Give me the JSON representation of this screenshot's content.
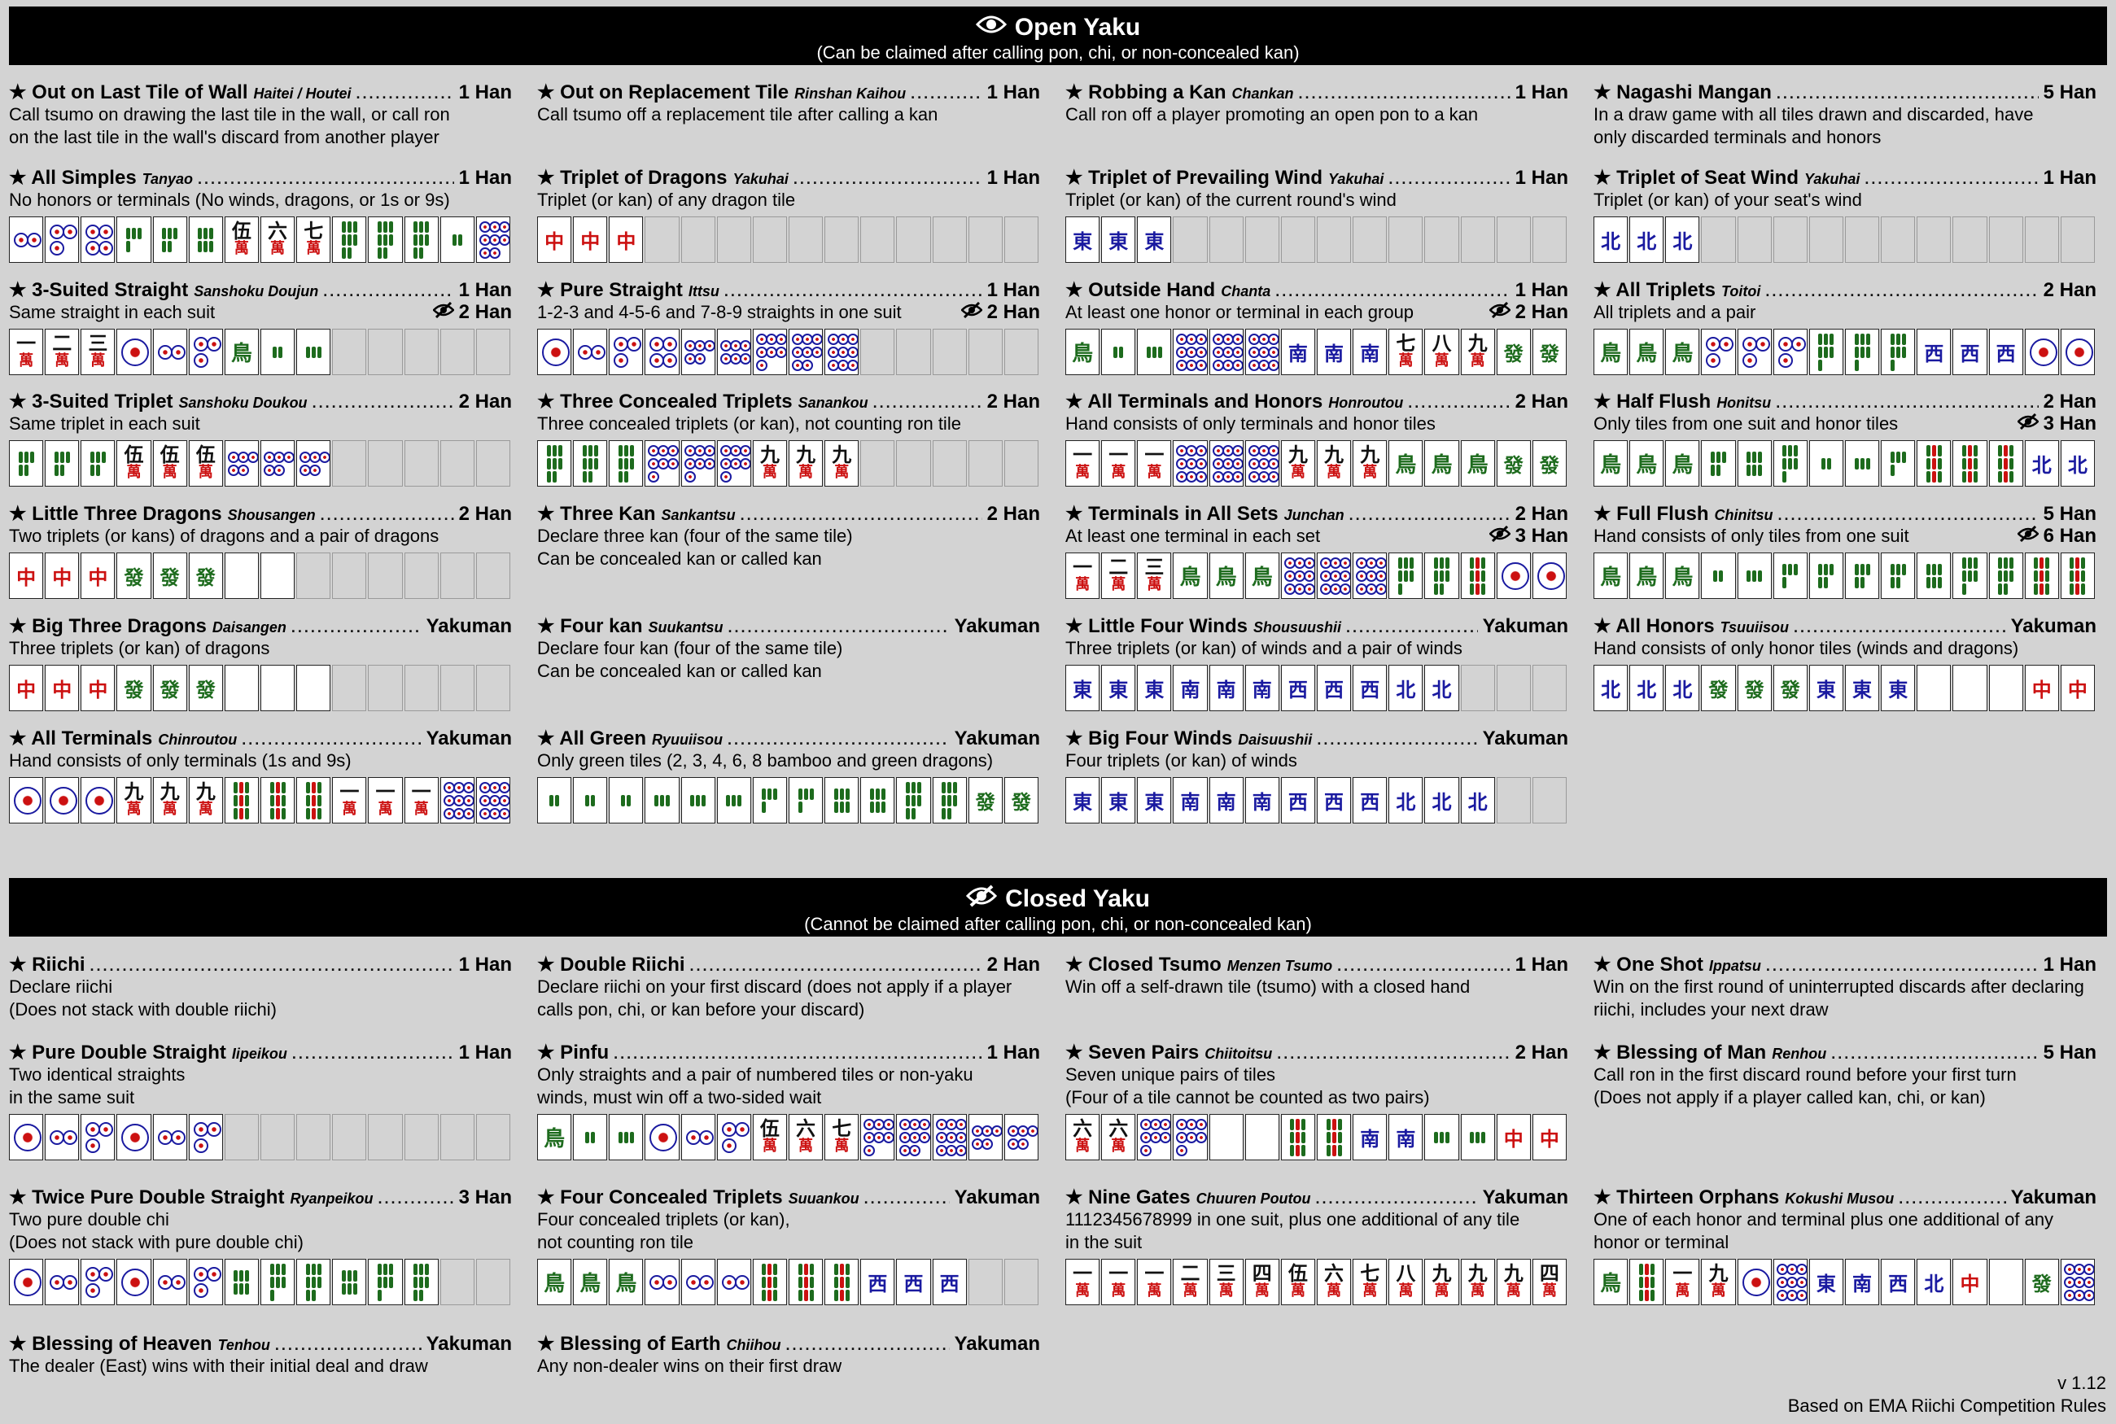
{
  "open_section": {
    "title": "Open Yaku",
    "subtitle": "(Can be claimed after calling pon, chi, or non-concealed kan)"
  },
  "closed_section": {
    "title": "Closed Yaku",
    "subtitle": "(Cannot be claimed after calling pon, chi, or non-concealed kan)"
  },
  "footer": {
    "version": "v 1.12",
    "source": "Based on EMA Riichi Competition Rules"
  },
  "colors": {
    "background": "#d3d3d3",
    "banner": "#000000",
    "red_tile": "#cc1111",
    "blue_tile": "#1a1aa0",
    "green_tile": "#1d6b1d"
  },
  "open": [
    {
      "name": "★ Out on Last Tile of Wall",
      "jp": "Haitei / Houtei",
      "han": "1 Han",
      "desc": "Call tsumo on drawing the last tile in the wall, or call ron\non the last tile in the wall's discard from another player",
      "tiles": null
    },
    {
      "name": "★ Out on Replacement Tile",
      "jp": "Rinshan Kaihou",
      "han": "1 Han",
      "desc": "Call tsumo off a replacement tile after calling a kan",
      "tiles": null
    },
    {
      "name": "★ Robbing a Kan",
      "jp": "Chankan",
      "han": "1 Han",
      "desc": "Call ron off a player promoting an open pon to a kan",
      "tiles": null
    },
    {
      "name": "★ Nagashi Mangan",
      "jp": "",
      "han": "5 Han",
      "desc": "In a draw game with all tiles drawn and discarded, have\nonly discarded terminals and honors",
      "tiles": null
    },
    {
      "name": "★ All Simples",
      "jp": "Tanyao",
      "han": "1 Han",
      "desc": "No honors or terminals (No winds, dragons, or 1s or 9s)",
      "tiles": [
        "p2",
        "p3",
        "p4",
        "s4",
        "s5",
        "s6",
        "m5",
        "m6",
        "m7",
        "s8",
        "s8",
        "s8",
        "s2",
        "p8"
      ]
    },
    {
      "name": "★ Triplet of Dragons",
      "jp": "Yakuhai",
      "han": "1 Han",
      "desc": "Triplet (or kan) of any dragon tile",
      "tiles": [
        "中",
        "中",
        "中",
        "_",
        "_",
        "_",
        "_",
        "_",
        "_",
        "_",
        "_",
        "_",
        "_",
        "_"
      ]
    },
    {
      "name": "★ Triplet of Prevailing Wind",
      "jp": "Yakuhai",
      "han": "1 Han",
      "desc": "Triplet (or kan) of the current round's wind",
      "tiles": [
        "東",
        "東",
        "東",
        "_",
        "_",
        "_",
        "_",
        "_",
        "_",
        "_",
        "_",
        "_",
        "_",
        "_"
      ]
    },
    {
      "name": "★ Triplet of Seat Wind",
      "jp": "Yakuhai",
      "han": "1 Han",
      "desc": "Triplet (or kan) of your seat's wind",
      "tiles": [
        "北",
        "北",
        "北",
        "_",
        "_",
        "_",
        "_",
        "_",
        "_",
        "_",
        "_",
        "_",
        "_",
        "_"
      ]
    },
    {
      "name": "★ 3-Suited Straight",
      "jp": "Sanshoku Doujun",
      "han": "1 Han",
      "alt": "2 Han",
      "desc": "Same straight in each suit",
      "tiles": [
        "m1",
        "m2",
        "m3",
        "p1",
        "p2",
        "p3",
        "s1",
        "s2",
        "s3",
        "_",
        "_",
        "_",
        "_",
        "_"
      ]
    },
    {
      "name": "★ Pure Straight",
      "jp": "Ittsu",
      "han": "1 Han",
      "alt": "2 Han",
      "desc": "1-2-3 and 4-5-6 and 7-8-9 straights in one suit",
      "tiles": [
        "p1",
        "p2",
        "p3",
        "p4",
        "p5",
        "p6",
        "p7",
        "p8",
        "p9",
        "_",
        "_",
        "_",
        "_",
        "_"
      ]
    },
    {
      "name": "★ Outside Hand",
      "jp": "Chanta",
      "han": "1 Han",
      "alt": "2 Han",
      "desc": "At least one honor or terminal in each group",
      "tiles": [
        "s1",
        "s2",
        "s3",
        "p9",
        "p9",
        "p9",
        "南",
        "南",
        "南",
        "m7",
        "m8",
        "m9",
        "發",
        "發"
      ]
    },
    {
      "name": "★ All Triplets",
      "jp": "Toitoi",
      "han": "2 Han",
      "desc": "All triplets and a pair",
      "tiles": [
        "s1",
        "s1",
        "s1",
        "p3",
        "p3",
        "p3",
        "s7",
        "s7",
        "s7",
        "西",
        "西",
        "西",
        "p1",
        "p1"
      ]
    },
    {
      "name": "★ 3-Suited Triplet",
      "jp": "Sanshoku Doukou",
      "han": "2 Han",
      "desc": "Same triplet in each suit",
      "tiles": [
        "s5",
        "s5",
        "s5",
        "m5",
        "m5",
        "m5",
        "p5",
        "p5",
        "p5",
        "_",
        "_",
        "_",
        "_",
        "_"
      ]
    },
    {
      "name": "★ Three Concealed Triplets",
      "jp": "Sanankou",
      "han": "2 Han",
      "desc": "Three concealed triplets (or kan), not counting ron tile",
      "tiles": [
        "s8",
        "s8",
        "s8",
        "p7",
        "p7",
        "p7",
        "m9",
        "m9",
        "m9",
        "_",
        "_",
        "_",
        "_",
        "_"
      ]
    },
    {
      "name": "★ All Terminals and Honors",
      "jp": "Honroutou",
      "han": "2 Han",
      "desc": "Hand consists of only terminals and honor tiles",
      "tiles": [
        "m1",
        "m1",
        "m1",
        "p9",
        "p9",
        "p9",
        "m9",
        "m9",
        "m9",
        "s1",
        "s1",
        "s1",
        "發",
        "發"
      ]
    },
    {
      "name": "★ Half Flush",
      "jp": "Honitsu",
      "han": "2 Han",
      "alt": "3 Han",
      "desc": "Only tiles from one suit and honor tiles",
      "tiles": [
        "s1",
        "s1",
        "s1",
        "s5",
        "s6",
        "s7",
        "s2",
        "s3",
        "s4",
        "s9",
        "s9",
        "s9",
        "北",
        "北"
      ]
    },
    {
      "name": "★ Little Three Dragons",
      "jp": "Shousangen",
      "han": "2 Han",
      "desc": "Two triplets (or kans) of dragons and a pair of dragons",
      "tiles": [
        "中",
        "中",
        "中",
        "發",
        "發",
        "發",
        "白",
        "白",
        "_",
        "_",
        "_",
        "_",
        "_",
        "_"
      ]
    },
    {
      "name": "★ Three Kan",
      "jp": "Sankantsu",
      "han": "2 Han",
      "desc": "Declare three kan (four of the same tile)\nCan be concealed kan or called kan",
      "tiles": null
    },
    {
      "name": "★ Terminals in All Sets",
      "jp": "Junchan",
      "han": "2 Han",
      "alt": "3 Han",
      "desc": "At least one terminal in each set",
      "tiles": [
        "m1",
        "m2",
        "m3",
        "s1",
        "s1",
        "s1",
        "p9",
        "p9",
        "p9",
        "s7",
        "s8",
        "s9",
        "p1",
        "p1"
      ]
    },
    {
      "name": "★ Full Flush",
      "jp": "Chinitsu",
      "han": "5 Han",
      "alt": "6 Han",
      "desc": "Hand consists of only tiles from one suit",
      "tiles": [
        "s1",
        "s1",
        "s1",
        "s2",
        "s3",
        "s4",
        "s5",
        "s5",
        "s5",
        "s6",
        "s7",
        "s8",
        "s9",
        "s9"
      ]
    },
    {
      "name": "★ Big Three Dragons",
      "jp": "Daisangen",
      "han": "Yakuman",
      "desc": "Three triplets (or kan) of dragons",
      "tiles": [
        "中",
        "中",
        "中",
        "發",
        "發",
        "發",
        "白",
        "白",
        "白",
        "_",
        "_",
        "_",
        "_",
        "_"
      ]
    },
    {
      "name": "★ Four kan",
      "jp": "Suukantsu",
      "han": "Yakuman",
      "desc": "Declare four kan (four of the same tile)\nCan be concealed kan or called kan",
      "tiles": null
    },
    {
      "name": "★ Little Four Winds",
      "jp": "Shousuushii",
      "han": "Yakuman",
      "desc": "Three triplets (or kan) of winds and a pair of winds",
      "tiles": [
        "東",
        "東",
        "東",
        "南",
        "南",
        "南",
        "西",
        "西",
        "西",
        "北",
        "北",
        "_",
        "_",
        "_"
      ]
    },
    {
      "name": "★ All Honors",
      "jp": "Tsuuiisou",
      "han": "Yakuman",
      "desc": "Hand consists of only honor tiles (winds and dragons)",
      "tiles": [
        "北",
        "北",
        "北",
        "發",
        "發",
        "發",
        "東",
        "東",
        "東",
        "白",
        "白",
        "白",
        "中",
        "中"
      ]
    },
    {
      "name": "★ All Terminals",
      "jp": "Chinroutou",
      "han": "Yakuman",
      "desc": "Hand consists of only terminals (1s and 9s)",
      "tiles": [
        "p1",
        "p1",
        "p1",
        "m9",
        "m9",
        "m9",
        "s9",
        "s9",
        "s9",
        "m1",
        "m1",
        "m1",
        "p9",
        "p9"
      ]
    },
    {
      "name": "★ All Green",
      "jp": "Ryuuiisou",
      "han": "Yakuman",
      "desc": "Only green tiles (2, 3, 4, 6, 8 bamboo and green dragons)",
      "tiles": [
        "s2",
        "s2",
        "s2",
        "s3",
        "s3",
        "s3",
        "s4",
        "s4",
        "s6",
        "s6",
        "s8",
        "s8",
        "發",
        "發"
      ]
    },
    {
      "name": "★ Big Four Winds",
      "jp": "Daisuushii",
      "han": "Yakuman",
      "desc": "Four triplets (or kan) of winds",
      "tiles": [
        "東",
        "東",
        "東",
        "南",
        "南",
        "南",
        "西",
        "西",
        "西",
        "北",
        "北",
        "北",
        "_",
        "_"
      ]
    }
  ],
  "closed": [
    {
      "name": "★ Riichi",
      "jp": "",
      "han": "1 Han",
      "desc": "Declare riichi\n(Does not stack with double riichi)",
      "tiles": null
    },
    {
      "name": "★ Double Riichi",
      "jp": "",
      "han": "2 Han",
      "desc": "Declare riichi on your first discard (does not apply if a player\ncalls pon, chi, or kan before your discard)",
      "tiles": null
    },
    {
      "name": "★ Closed Tsumo",
      "jp": "Menzen Tsumo",
      "han": "1 Han",
      "desc": "Win off a self-drawn tile (tsumo) with a closed hand",
      "tiles": null
    },
    {
      "name": "★ One Shot",
      "jp": "Ippatsu",
      "han": "1 Han",
      "desc": "Win on the first round of uninterrupted discards after declaring\nriichi, includes your next draw",
      "tiles": null
    },
    {
      "name": "★ Pure Double Straight",
      "jp": "Iipeikou",
      "han": "1 Han",
      "desc": "Two identical straights\nin the same suit",
      "tiles": [
        "p1",
        "p2",
        "p3",
        "p1",
        "p2",
        "p3",
        "_",
        "_",
        "_",
        "_",
        "_",
        "_",
        "_",
        "_"
      ]
    },
    {
      "name": "★ Pinfu",
      "jp": "",
      "han": "1 Han",
      "desc": "Only straights and a pair of numbered tiles or non-yaku\nwinds, must win off a two-sided wait",
      "tiles": [
        "s1",
        "s2",
        "s3",
        "p1",
        "p2",
        "p3",
        "m5",
        "m6",
        "m7",
        "p7",
        "p8",
        "p9",
        "p5",
        "p5"
      ]
    },
    {
      "name": "★ Seven Pairs",
      "jp": "Chiitoitsu",
      "han": "2 Han",
      "desc": "Seven unique pairs of tiles\n(Four of a tile cannot be counted as two pairs)",
      "tiles": [
        "m6",
        "m6",
        "p7",
        "p7",
        "白",
        "白",
        "s9",
        "s9",
        "南",
        "南",
        "s3",
        "s3",
        "中",
        "中"
      ]
    },
    {
      "name": "★ Blessing of Man",
      "jp": "Renhou",
      "han": "5 Han",
      "desc": "Call ron in the first discard round before your first turn\n(Does not apply if a player called kan, chi, or kan)",
      "tiles": null
    },
    {
      "name": "★ Twice Pure Double Straight",
      "jp": "Ryanpeikou",
      "han": "3 Han",
      "desc": "Two pure double chi\n(Does not stack with pure double chi)",
      "tiles": [
        "p1",
        "p2",
        "p3",
        "p1",
        "p2",
        "p3",
        "s6",
        "s7",
        "s8",
        "s6",
        "s7",
        "s8",
        "_",
        "_"
      ]
    },
    {
      "name": "★ Four Concealed Triplets",
      "jp": "Suuankou",
      "han": "Yakuman",
      "desc": "Four concealed triplets (or kan),\nnot counting ron tile",
      "tiles": [
        "s1",
        "s1",
        "s1",
        "p2",
        "p2",
        "p2",
        "s9",
        "s9",
        "s9",
        "西",
        "西",
        "西",
        "_",
        "_"
      ]
    },
    {
      "name": "★ Nine Gates",
      "jp": "Chuuren Poutou",
      "han": "Yakuman",
      "desc": "1112345678999 in one suit, plus one additional of any tile\nin the suit",
      "tiles": [
        "m1",
        "m1",
        "m1",
        "m2",
        "m3",
        "m4",
        "m5",
        "m6",
        "m7",
        "m8",
        "m9",
        "m9",
        "m9",
        "m4"
      ]
    },
    {
      "name": "★ Thirteen Orphans",
      "jp": "Kokushi Musou",
      "han": "Yakuman",
      "desc": "One of each honor and terminal plus one additional of any\nhonor or terminal",
      "tiles": [
        "s1",
        "s9",
        "m1",
        "m9",
        "p1",
        "p9",
        "東",
        "南",
        "西",
        "北",
        "中",
        "白",
        "發",
        "p9"
      ]
    },
    {
      "name": "★ Blessing of Heaven",
      "jp": "Tenhou",
      "han": "Yakuman",
      "desc": "The dealer (East) wins with their initial deal and draw",
      "tiles": null
    },
    {
      "name": "★ Blessing of Earth",
      "jp": "Chiihou",
      "han": "Yakuman",
      "desc": "Any non-dealer wins on their first draw",
      "tiles": null
    }
  ]
}
